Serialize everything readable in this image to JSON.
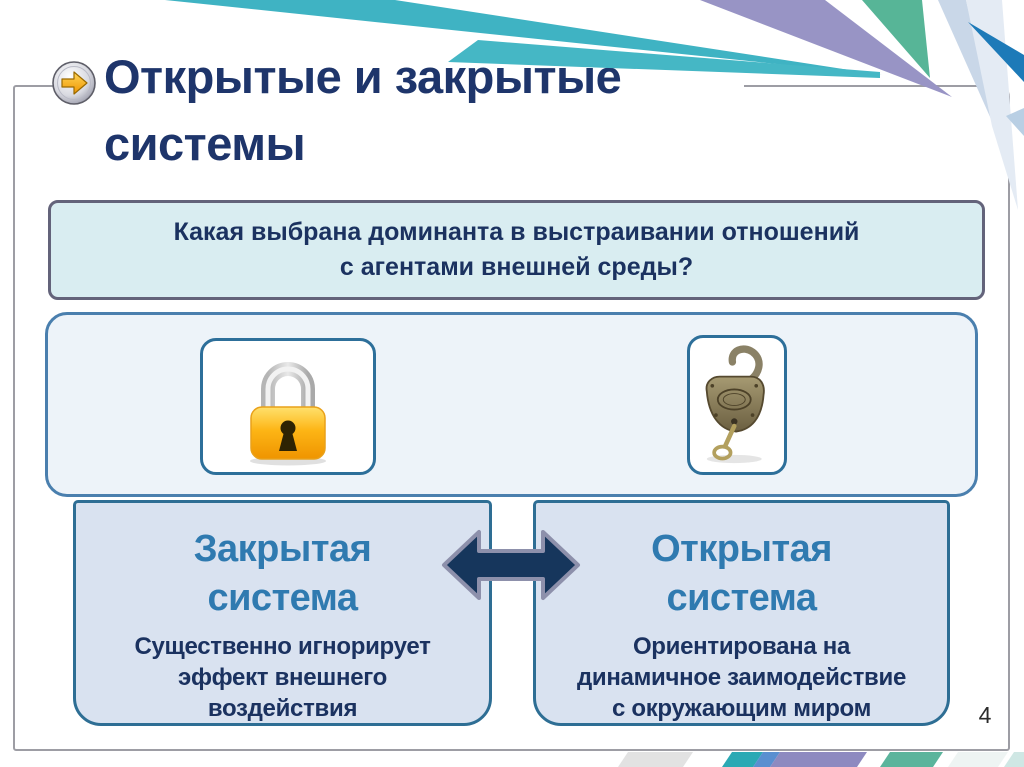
{
  "slide": {
    "title": "Открытые и закрытые\nсистемы",
    "page_number": "4"
  },
  "question": {
    "text": "Какая выбрана доминанта в выстраивании отношений\nс агентами внешней среды?"
  },
  "comparison": {
    "closed": {
      "heading": "Закрытая\nсистема",
      "description": "Существенно игнорирует\nэффект внешнего\nвоздействия",
      "icon": "closed-padlock"
    },
    "open": {
      "heading": "Открытая\nсистема",
      "description": "Ориентирована на\nдинамичное заимодействие\nс окружающим миром",
      "icon": "open-padlock"
    },
    "relation_icon": "double-headed-arrow"
  },
  "icons": {
    "title_bullet": "arrow-button"
  },
  "colors": {
    "title_text": "#1e356b",
    "system_heading": "#2f7ab0",
    "body_text": "#1b3260",
    "question_bg": "#d9edf1",
    "question_border": "#63637a",
    "panel_bg": "#edf3f9",
    "panel_border": "#4a7fae",
    "card_border": "#2d6f9a",
    "system_box_bg": "#d9e2f0",
    "system_box_border": "#2e6e94",
    "arrow_fill": "#16365c",
    "stripe_teal": "#3fb3c3",
    "stripe_purple": "#9894c5",
    "stripe_green": "#57b597",
    "stripe_dark_blue": "#1d7ab8",
    "lock_gold": "#f5a800"
  }
}
